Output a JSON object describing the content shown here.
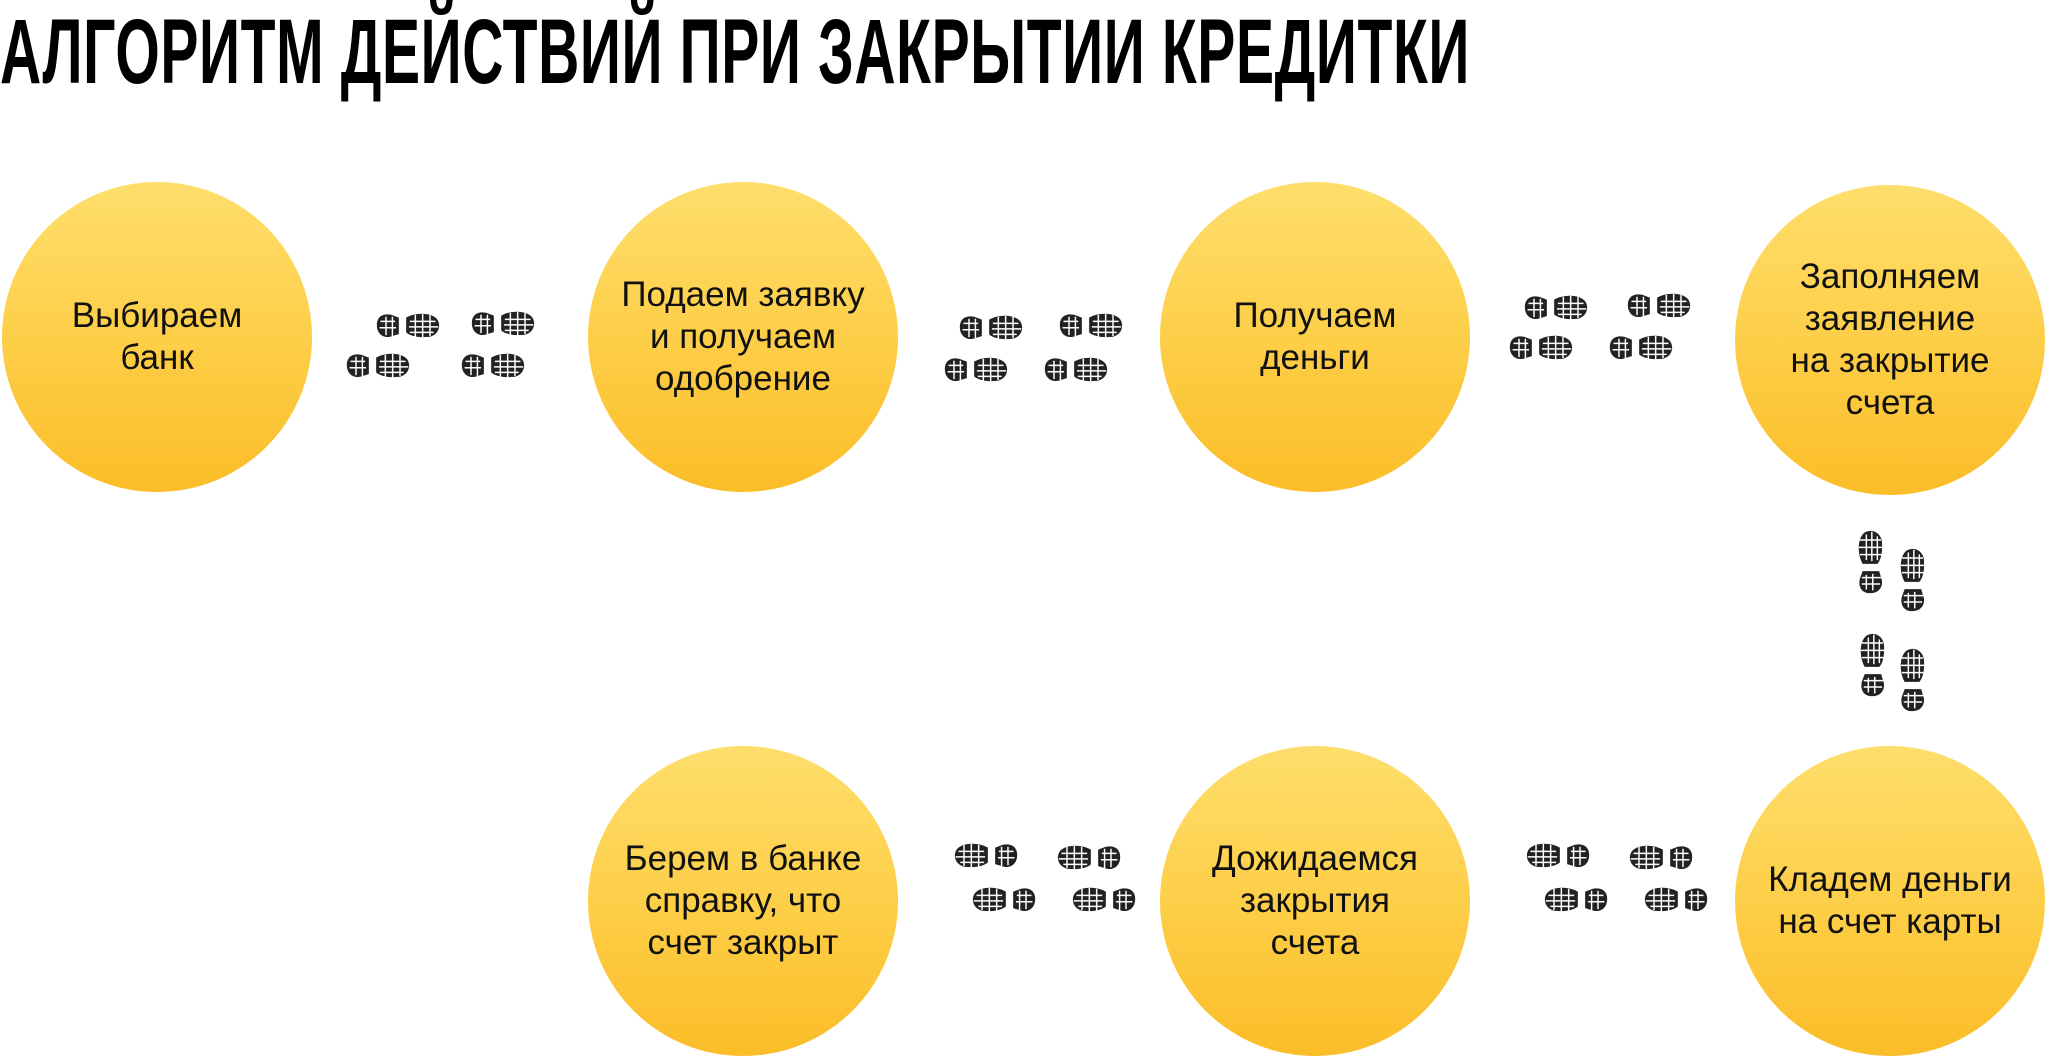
{
  "title": "АЛГОРИТМ ДЕЙСТВИЙ ПРИ ЗАКРЫТИИ КРЕДИТКИ",
  "steps": [
    {
      "label": "Выбираем\nбанк"
    },
    {
      "label": "Подаем заявку\nи получаем\nодобрение"
    },
    {
      "label": "Получаем\nденьги"
    },
    {
      "label": "Заполняем\nзаявление\nна закрытие\nсчета"
    },
    {
      "label": "Кладем деньги\nна счет карты"
    },
    {
      "label": "Дожидаемся\nзакрытия\nсчета"
    },
    {
      "label": "Берем в банке\nсправку, что\nсчет закрыт"
    }
  ],
  "colors": {
    "circle_top": "#fede6c",
    "circle_bottom": "#fbbd28",
    "footprint": "#222222"
  }
}
